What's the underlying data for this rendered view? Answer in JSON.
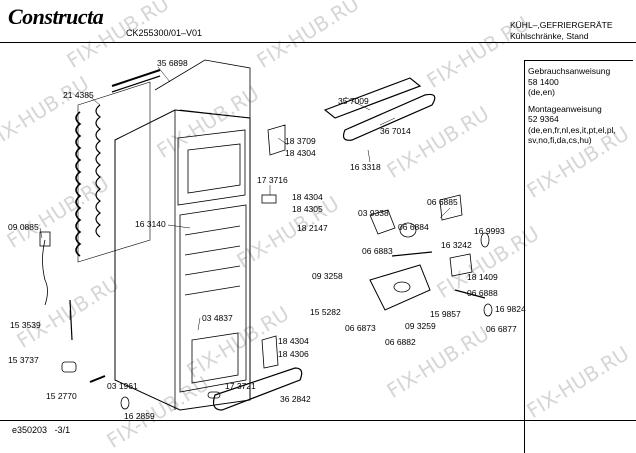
{
  "header": {
    "brand": "Constructa",
    "model": "CK255300/01–V01",
    "category_line1": "KÜHL–,GEFRIERGERÄTE",
    "category_line2": "Kühlschränke, Stand"
  },
  "docs": [
    {
      "title": "Gebrauchsanweisung",
      "number": "58 1400",
      "langs": "(de,en)"
    },
    {
      "title": "Montageanweisung",
      "number": "52 9364",
      "langs": "(de,en,fr,nl,es,it,pt,el,pl,",
      "langs2": "sv,no,fi,da,cs,hu)"
    }
  ],
  "footer": {
    "code": "e350203",
    "page": "-3/1"
  },
  "watermark": "FIX-HUB.RU",
  "parts": {
    "p356898": "35 6898",
    "p214385": "21 4385",
    "p357009": "35 7009",
    "p367014": "36 7014",
    "p183709": "18 3709",
    "p184304a": "18 4304",
    "p163318": "16 3318",
    "p173716": "17 3716",
    "p184304b": "18 4304",
    "p184305": "18 4305",
    "p182147": "18 2147",
    "p163140": "16 3140",
    "p090885": "09 0885",
    "p039338": "03 9338",
    "p066885": "06 6885",
    "p066884": "06 6884",
    "p163242": "16 3242",
    "p169993": "16 9993",
    "p066883": "06 6883",
    "p093258": "09 3258",
    "p181409": "18 1409",
    "p066888": "06 6888",
    "p153539": "15 3539",
    "p155282": "15 5282",
    "p159857": "15 9857",
    "p169824": "16 9824",
    "p066873": "06 6873",
    "p093259": "09 3259",
    "p066877": "06 6877",
    "p066882": "06 6882",
    "p034837": "03 4837",
    "p184304c": "18 4304",
    "p184306": "18 4306",
    "p153737": "15 3737",
    "p152770": "15 2770",
    "p031961": "03 1961",
    "p173721": "17 3721",
    "p162859": "16 2859",
    "p362842": "36 2842"
  }
}
